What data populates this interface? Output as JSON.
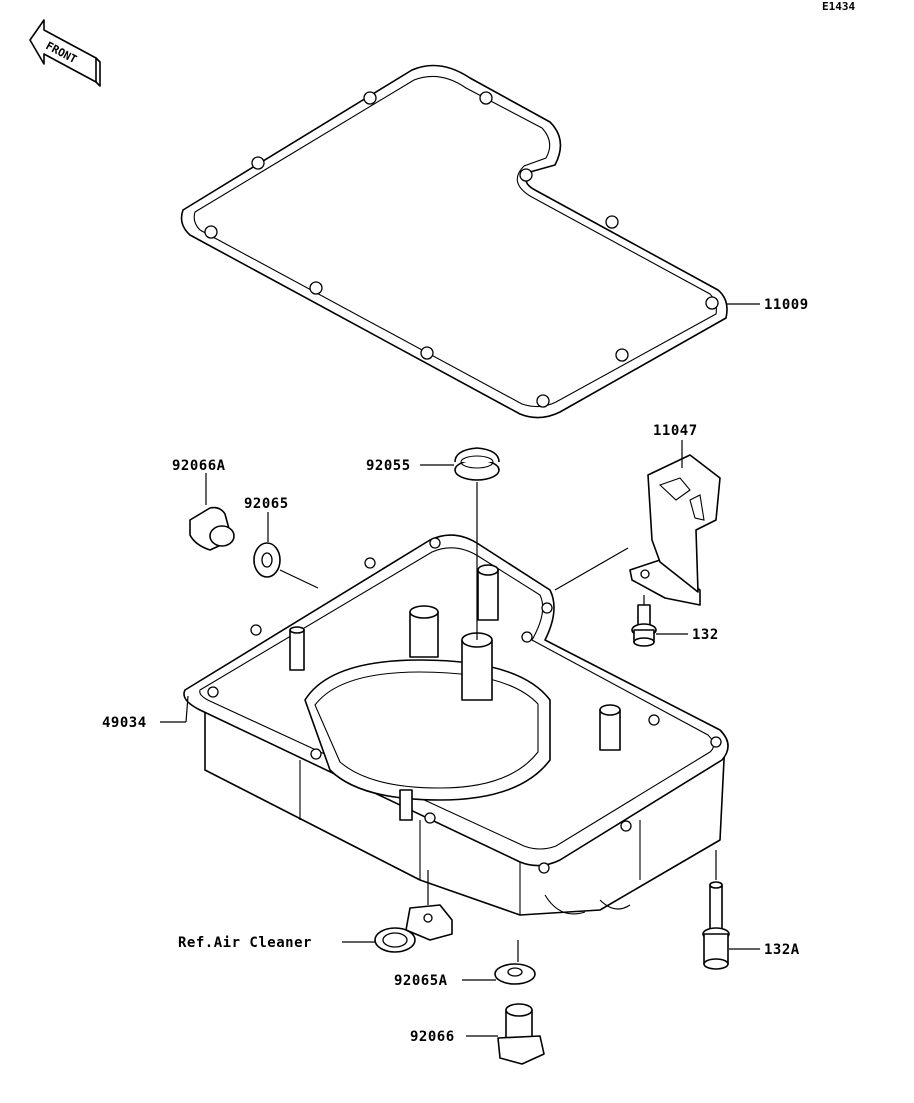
{
  "diagram_code": "E1434",
  "front_marker": "FRONT",
  "parts": [
    {
      "id": "p11009",
      "label": "11009"
    },
    {
      "id": "p11047",
      "label": "11047"
    },
    {
      "id": "p92066A",
      "label": "92066A"
    },
    {
      "id": "p92065",
      "label": "92065"
    },
    {
      "id": "p92055",
      "label": "92055"
    },
    {
      "id": "p132",
      "label": "132"
    },
    {
      "id": "p49034",
      "label": "49034"
    },
    {
      "id": "pRefAir",
      "label": "Ref.Air Cleaner"
    },
    {
      "id": "p132A",
      "label": "132A"
    },
    {
      "id": "p92065A",
      "label": "92065A"
    },
    {
      "id": "p92066",
      "label": "92066"
    }
  ]
}
